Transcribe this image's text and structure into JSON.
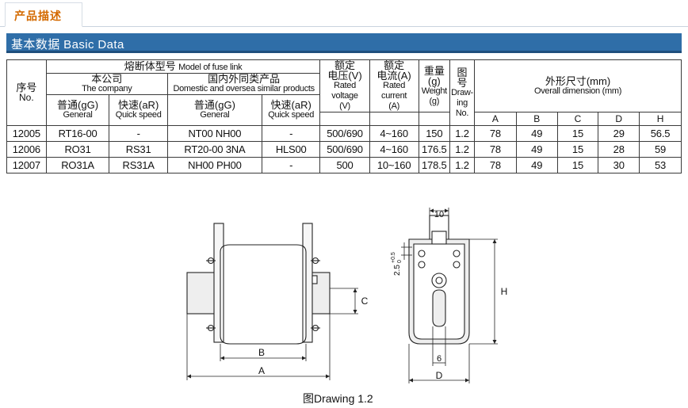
{
  "tab": {
    "label": "产品描述"
  },
  "section": {
    "title": "基本数据 Basic Data"
  },
  "table": {
    "seq": {
      "cn": "序号",
      "en": "No."
    },
    "model": {
      "cn": "熔断体型号",
      "en": "Model of fuse link"
    },
    "company": {
      "cn": "本公司",
      "en": "The company"
    },
    "domestic": {
      "cn": "国内外同类产品",
      "en": "Domestic and oversea similar products"
    },
    "general": {
      "cn": "普通(gG)",
      "en": "General"
    },
    "quick": {
      "cn": "快速(aR)",
      "en": "Quick speed"
    },
    "voltage": {
      "cn1": "额定",
      "cn2": "电压(V)",
      "en1": "Rated",
      "en2": "voltage",
      "unit": "(V)"
    },
    "current": {
      "cn1": "额定",
      "cn2": "电流(A)",
      "en1": "Rated",
      "en2": "current",
      "unit": "(A)"
    },
    "weight": {
      "cn": "重量",
      "unit_top": "(g)",
      "en": "Weight",
      "unit": "(g)"
    },
    "drawing": {
      "cn1": "图",
      "cn2": "号",
      "en1": "Draw-",
      "en2": "ing",
      "en3": "No."
    },
    "dimension": {
      "cn": "外形尺寸(mm)",
      "en": "Overall dimension (mm)"
    },
    "dims": [
      "A",
      "B",
      "C",
      "D",
      "H"
    ],
    "rows": [
      {
        "no": "12005",
        "gen": "RT16-00",
        "quick": "-",
        "dgen": "NT00 NH00",
        "dquick": "-",
        "v": "500/690",
        "i": "4~160",
        "w": "150",
        "draw": "1.2",
        "A": "78",
        "B": "49",
        "C": "15",
        "D": "29",
        "H": "56.5"
      },
      {
        "no": "12006",
        "gen": "RO31",
        "quick": "RS31",
        "dgen": "RT20-00 3NA",
        "dquick": "HLS00",
        "v": "500/690",
        "i": "4~160",
        "w": "176.5",
        "draw": "1.2",
        "A": "78",
        "B": "49",
        "C": "15",
        "D": "28",
        "H": "59"
      },
      {
        "no": "12007",
        "gen": "RO31A",
        "quick": "RS31A",
        "dgen": "NH00 PH00",
        "dquick": "-",
        "v": "500",
        "i": "10~160",
        "w": "178.5",
        "draw": "1.2",
        "A": "78",
        "B": "49",
        "C": "15",
        "D": "30",
        "H": "53"
      }
    ]
  },
  "drawing": {
    "caption": "图Drawing 1.2",
    "labels": {
      "A": "A",
      "B": "B",
      "C": "C",
      "D": "D",
      "H": "H",
      "six": "6",
      "ten": "10",
      "tol": "2.5",
      "tol_sup": "+0.5",
      "tol_sub": "0"
    }
  }
}
